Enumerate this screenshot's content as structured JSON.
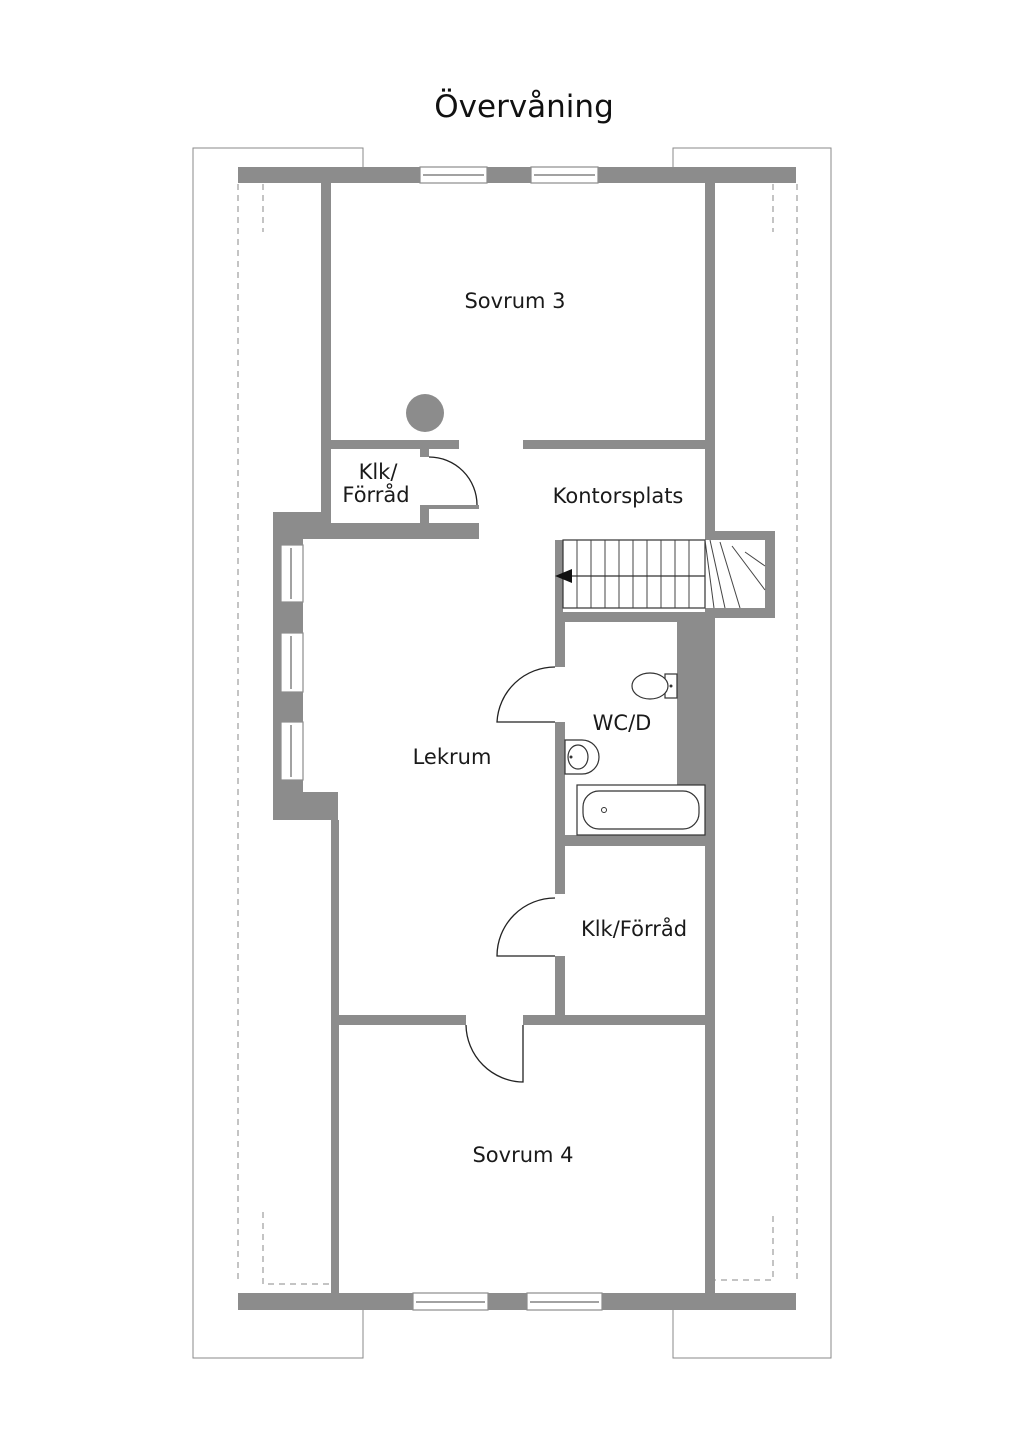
{
  "title": "Övervåning",
  "rooms": {
    "sovrum3": "Sovrum 3",
    "klk_forrad_top_line1": "Klk/",
    "klk_forrad_top_line2": "Förråd",
    "kontorsplats": "Kontorsplats",
    "lekrum": "Lekrum",
    "wc_d": "WC/D",
    "klk_forrad_mid": "Klk/Förråd",
    "sovrum4": "Sovrum 4"
  },
  "colors": {
    "wall": "#8c8c8c",
    "outline": "#8a8a8a",
    "text": "#1a1a1a"
  }
}
